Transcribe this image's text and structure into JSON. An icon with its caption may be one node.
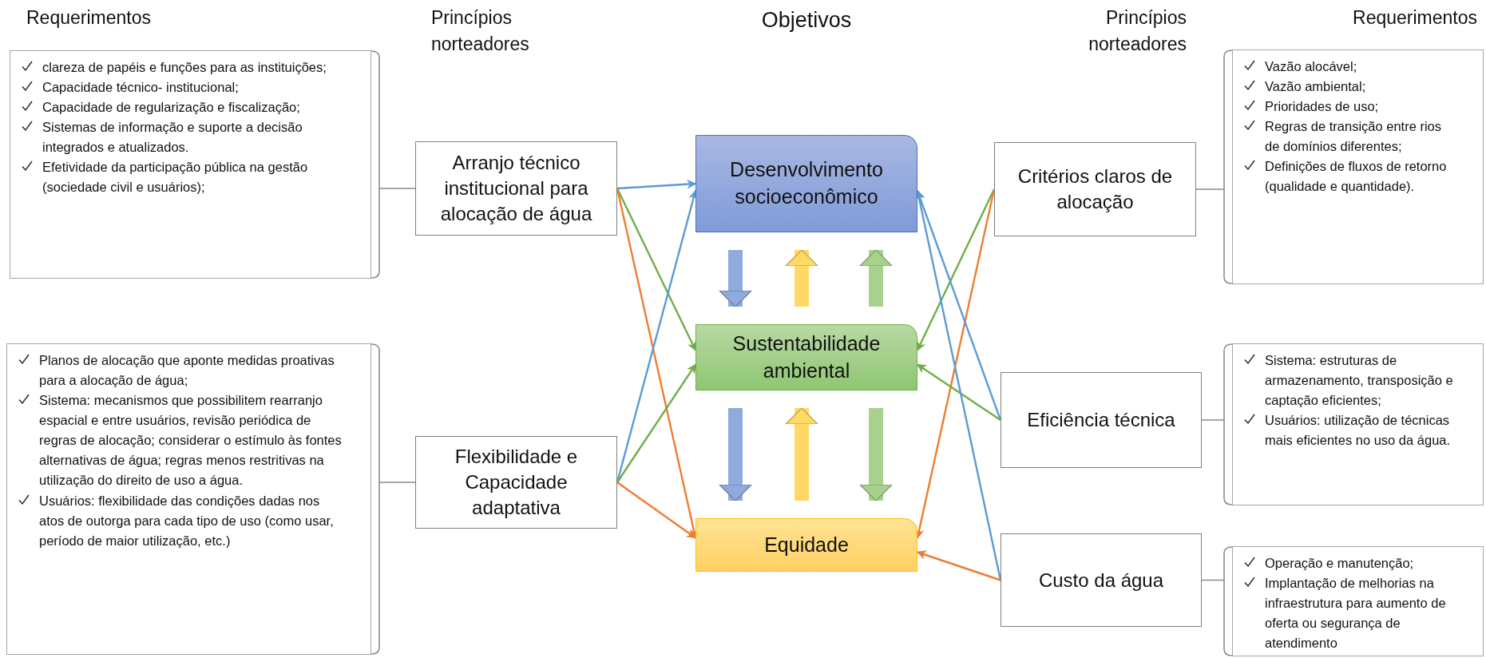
{
  "diagram": {
    "nodes": [
      {
        "text": [
          "clareza de papéis e funções para as instituições;",
          "Capacidade técnico- institucional;",
          "Capacidade de regularização e fiscalização;",
          "Sistemas de informação e suporte a decisão integrados e atualizados.",
          "Efetividade da participação pública na gestão (sociedade civil e usuários);"
        ]
      },
      {
        "text": [
          "Arranjo técnico institucional para alocação de água"
        ]
      },
      {
        "text": [
          "Planos de alocação que aponte medidas proativas para a alocação de água;",
          "Sistema: mecanismos que possibilitem rearranjo espacial e entre usuários, revisão periódica de regras de alocação; considerar o estímulo às fontes alternativas de água; regras menos restritivas na utilização do direito de uso a água.",
          "Usuários: flexibilidade das condições dadas nos atos de outorga para cada tipo de uso (como usar, período de maior utilização, etc.)"
        ]
      },
      {
        "text": [
          "Flexibilidade e Capacidade adaptativa"
        ]
      },
      {
        "text": [
          "Desenvolvimento socioeconômico"
        ]
      },
      {
        "text": [
          "Sustentabilidade ambiental"
        ]
      },
      {
        "text": [
          "Equidade"
        ]
      },
      {
        "text": [
          "Critérios claros de alocação"
        ]
      },
      {
        "text": [
          "Vazão alocável;",
          "Vazão ambiental;",
          "Prioridades de uso;",
          "Regras de transição entre rios de domínios diferentes;",
          "Definições de fluxos de retorno (qualidade e quantidade)."
        ]
      },
      {
        "text": [
          "Eficiência técnica"
        ]
      },
      {
        "text": [
          "Sistema: estruturas de armazenamento, transposição e captação eficientes;",
          "Usuários: utilização de técnicas mais eficientes no uso da água."
        ]
      },
      {
        "text": [
          "Custo da água"
        ]
      },
      {
        "text": [
          "Operação e manutenção;",
          "Implantação de melhorias na infraestrutura para aumento de oferta ou segurança de atendimento"
        ]
      }
    ],
    "edges": [
      {
        "from": 1,
        "to": 4,
        "arrow": "to",
        "color": "#5b9bd5"
      },
      {
        "from": 1,
        "to": 5,
        "arrow": "to",
        "color": "#70ad47"
      },
      {
        "from": 1,
        "to": 6,
        "arrow": "to",
        "color": "#ed7d31"
      },
      {
        "from": 3,
        "to": 4,
        "arrow": "to",
        "color": "#5b9bd5"
      },
      {
        "from": 3,
        "to": 5,
        "arrow": "to",
        "color": "#70ad47"
      },
      {
        "from": 3,
        "to": 6,
        "arrow": "to",
        "color": "#ed7d31"
      },
      {
        "from": 7,
        "to": 5,
        "arrow": "to",
        "color": "#70ad47"
      },
      {
        "from": 7,
        "to": 6,
        "arrow": "to",
        "color": "#ed7d31"
      },
      {
        "from": 9,
        "to": 4,
        "arrow": "to",
        "color": "#5b9bd5"
      },
      {
        "from": 9,
        "to": 5,
        "arrow": "to",
        "color": "#70ad47"
      },
      {
        "from": 11,
        "to": 4,
        "arrow": "to",
        "color": "#5b9bd5"
      },
      {
        "from": 11,
        "to": 6,
        "arrow": "to",
        "color": "#ed7d31"
      },
      {
        "from": 4,
        "to": 5,
        "arrow": "to",
        "style": "thick",
        "color": "#8faadc"
      },
      {
        "from": 5,
        "to": 4,
        "arrow": "to",
        "style": "thick",
        "color": "#ffd966"
      },
      {
        "from": 5,
        "to": 4,
        "arrow": "to",
        "style": "thick",
        "color": "#a9d18e"
      },
      {
        "from": 5,
        "to": 6,
        "arrow": "to",
        "style": "thick",
        "color": "#8faadc"
      },
      {
        "from": 6,
        "to": 5,
        "arrow": "to",
        "style": "thick",
        "color": "#ffd966"
      },
      {
        "from": 5,
        "to": 6,
        "arrow": "to",
        "style": "thick",
        "color": "#a9d18e"
      },
      {
        "from": 1,
        "to": 0,
        "arrow": "none",
        "color": "#8c8c8c"
      },
      {
        "from": 3,
        "to": 2,
        "arrow": "none",
        "color": "#8c8c8c"
      },
      {
        "from": 7,
        "to": 8,
        "arrow": "none",
        "color": "#8c8c8c"
      },
      {
        "from": 9,
        "to": 10,
        "arrow": "none",
        "color": "#8c8c8c"
      },
      {
        "from": 11,
        "to": 12,
        "arrow": "none",
        "color": "#8c8c8c"
      }
    ],
    "labels": [
      "Requerimentos",
      "Princípios norteadores",
      "Objetivos",
      "Princípios norteadores",
      "Requerimentos"
    ]
  }
}
